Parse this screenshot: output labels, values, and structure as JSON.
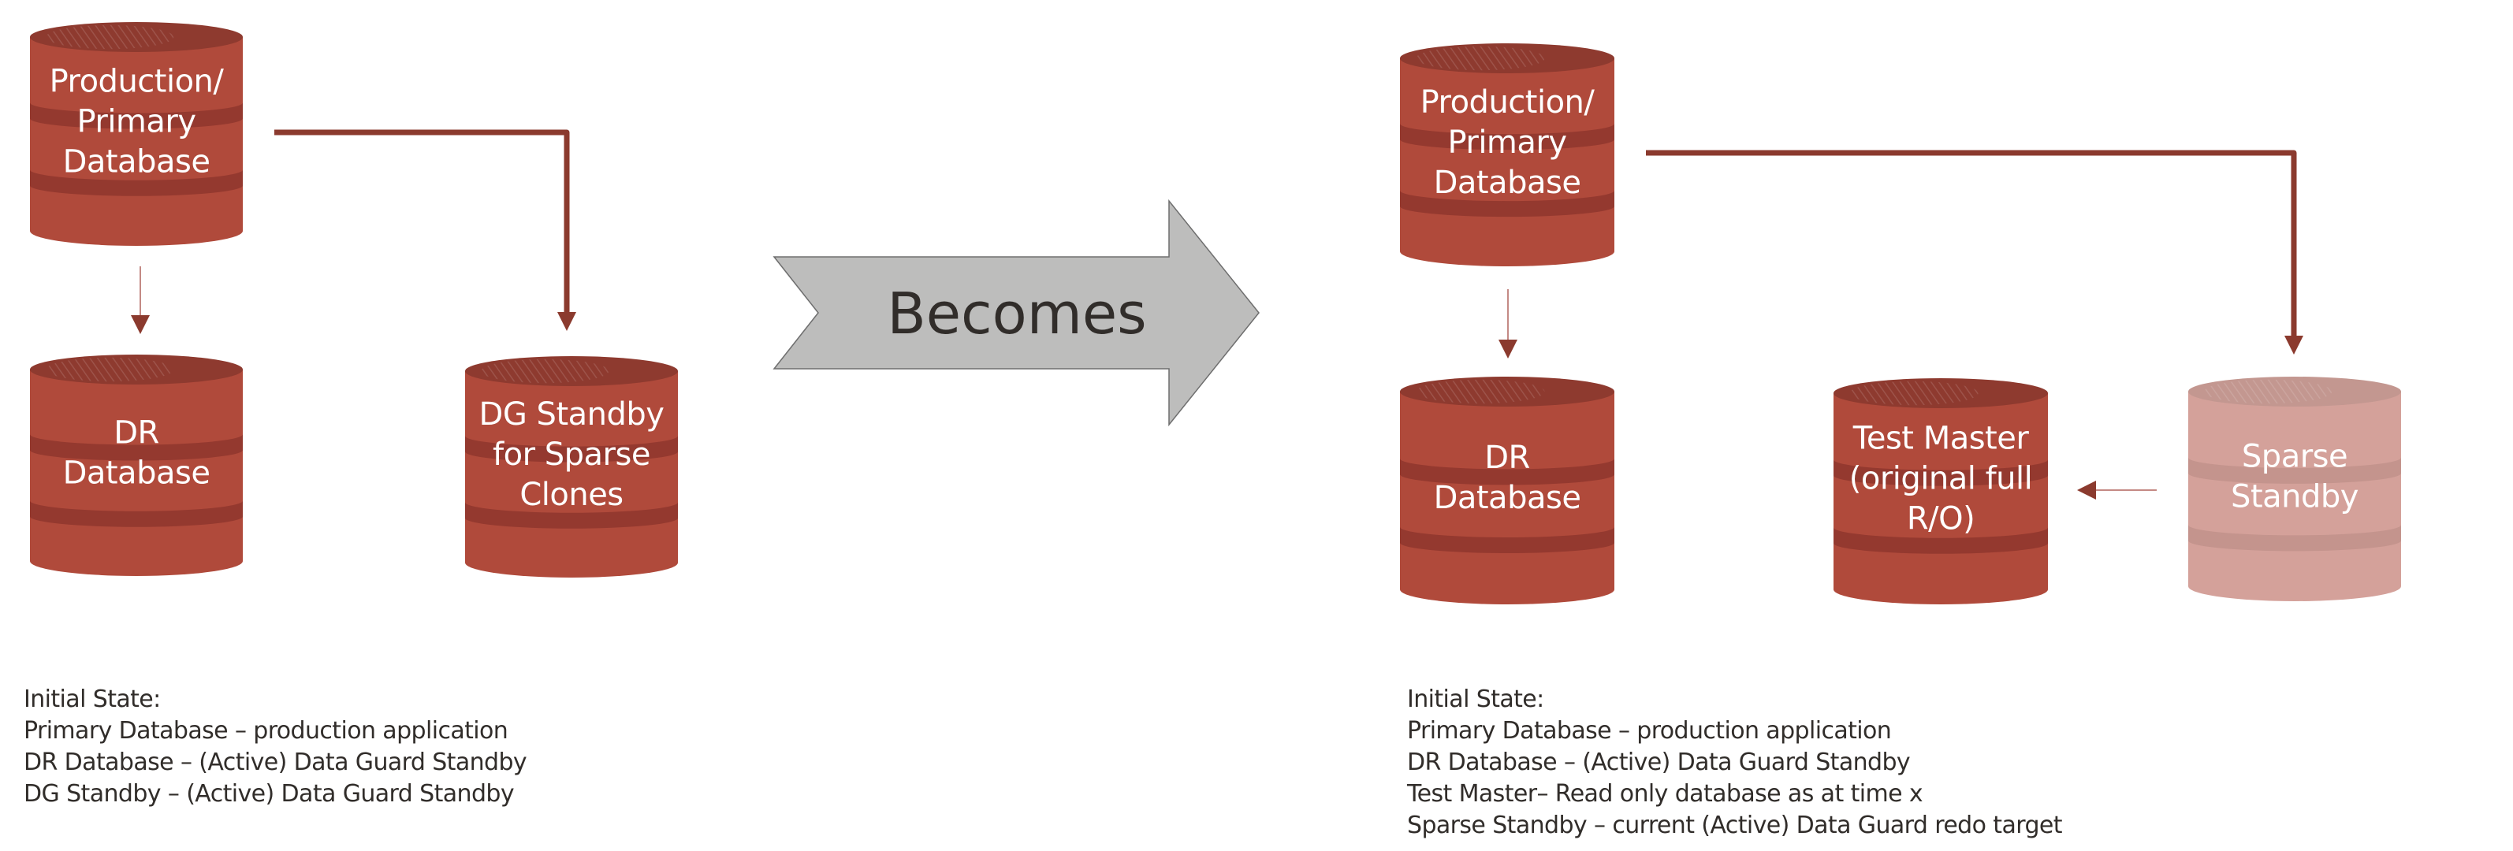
{
  "colors": {
    "db_body": "#b04a3b",
    "db_top": "#8e3a2f",
    "db_band": "#94392f",
    "db_faded_body": "#d4a19a",
    "db_faded_top": "#c39790",
    "db_faded_band": "#c4948d",
    "connector_strong": "#8b3a2e",
    "connector_light": "#c48a85",
    "becomes_fill": "#bdbdbc",
    "becomes_stroke": "#6e6e6e",
    "text_dark": "#312d2a",
    "db_text": "#ffffff"
  },
  "becomes_arrow": {
    "label": "Becomes",
    "icon": "right-arrow-shape"
  },
  "left_diagram": {
    "databases": {
      "primary": {
        "icon": "database-cylinder-icon",
        "lines": [
          "Production/",
          "Primary",
          "Database"
        ],
        "faded": false
      },
      "dr": {
        "icon": "database-cylinder-icon",
        "lines": [
          "DR",
          "Database"
        ],
        "faded": false
      },
      "dg_standby": {
        "icon": "database-cylinder-icon",
        "lines": [
          "DG Standby",
          "for Sparse",
          "Clones"
        ],
        "faded": false
      }
    },
    "connectors": [
      {
        "from": "primary",
        "to": "dr",
        "style": "thin",
        "icon": "down-arrow-icon"
      },
      {
        "from": "primary",
        "to": "dg_standby",
        "style": "thick-elbow",
        "icon": "down-arrow-icon"
      }
    ],
    "notes": [
      "Initial State:",
      "Primary Database – production application",
      "DR Database – (Active) Data Guard Standby",
      "DG Standby – (Active) Data Guard Standby"
    ]
  },
  "right_diagram": {
    "databases": {
      "primary": {
        "icon": "database-cylinder-icon",
        "lines": [
          "Production/",
          "Primary",
          "Database"
        ],
        "faded": false
      },
      "dr": {
        "icon": "database-cylinder-icon",
        "lines": [
          "DR",
          "Database"
        ],
        "faded": false
      },
      "test_master": {
        "icon": "database-cylinder-icon",
        "lines": [
          "Test Master",
          "(original full",
          "R/O)"
        ],
        "faded": false
      },
      "sparse_standby": {
        "icon": "database-cylinder-icon",
        "lines": [
          "Sparse",
          "Standby"
        ],
        "faded": true
      }
    },
    "connectors": [
      {
        "from": "primary",
        "to": "dr",
        "style": "thin",
        "icon": "down-arrow-icon"
      },
      {
        "from": "primary",
        "to": "sparse_standby",
        "style": "thick-elbow",
        "icon": "down-arrow-icon"
      },
      {
        "from": "sparse_standby",
        "to": "test_master",
        "style": "thin",
        "icon": "left-arrow-icon"
      }
    ],
    "notes": [
      "Initial State:",
      "Primary Database – production application",
      "DR Database – (Active) Data Guard Standby",
      "Test Master– Read only database as at time x",
      "Sparse Standby – current (Active) Data Guard redo target"
    ]
  }
}
